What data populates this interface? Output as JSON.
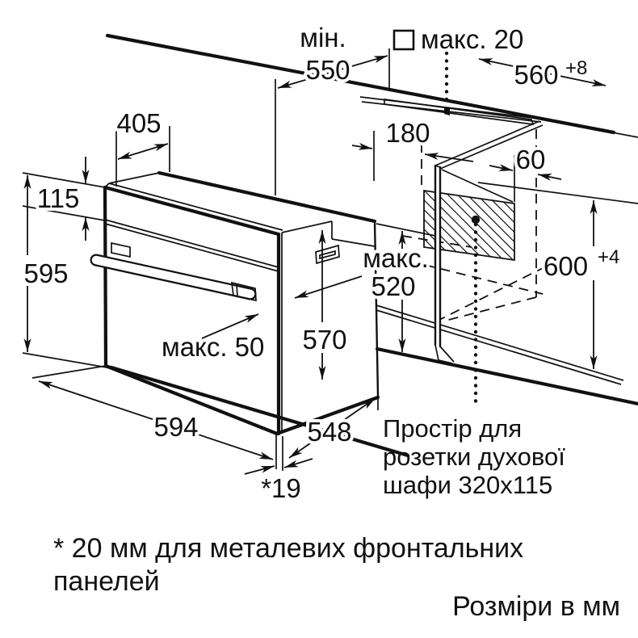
{
  "page": {
    "background": "#ffffff",
    "line_color": "#111111"
  },
  "labels": {
    "d550_prefix": "мін.",
    "d550": "550",
    "d20_symbol": "□",
    "d20": "макс. 20",
    "d560": "560",
    "d560_sup": "+8",
    "d405": "405",
    "d115": "115",
    "d595": "595",
    "d180": "180",
    "d60": "60",
    "d600": "600",
    "d600_sup": "+4",
    "d520_prefix": "макс.",
    "d520": "520",
    "d570": "570",
    "d50": "макс. 50",
    "d594": "594",
    "d548": "548",
    "d19": "*19",
    "socket_note_line1": "Простір для",
    "socket_note_line2": "розетки духової",
    "socket_note_line3": "шафи 320x115",
    "footnote_line1": "* 20 мм для металевих фронтальних",
    "footnote_line2": "панелей",
    "units_note": "Розміри в мм"
  }
}
